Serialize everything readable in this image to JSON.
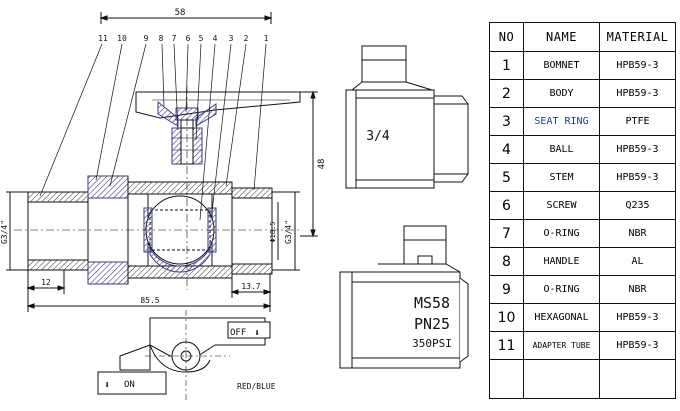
{
  "table": {
    "headers": [
      "NO",
      "NAME",
      "MATERIAL"
    ],
    "rows": [
      {
        "no": "1",
        "name": "BOMNET",
        "material": "HPB59-3"
      },
      {
        "no": "2",
        "name": "BODY",
        "material": "HPB59-3"
      },
      {
        "no": "3",
        "name": "SEAT RING",
        "material": "PTFE",
        "name_color": "#1a3a9a"
      },
      {
        "no": "4",
        "name": "BALL",
        "material": "HPB59-3"
      },
      {
        "no": "5",
        "name": "STEM",
        "material": "HPB59-3"
      },
      {
        "no": "6",
        "name": "SCREW",
        "material": "Q235"
      },
      {
        "no": "7",
        "name": "O-RING",
        "material": "NBR"
      },
      {
        "no": "8",
        "name": "HANDLE",
        "material": "AL"
      },
      {
        "no": "9",
        "name": "O-RING",
        "material": "NBR"
      },
      {
        "no": "10",
        "name": "HEXAGONAL",
        "material": "HPB59-3"
      },
      {
        "no": "11",
        "name": "ADAPTER TUBE",
        "material": "HPB59-3"
      }
    ]
  },
  "dimensions": {
    "overall_length_top": "58",
    "height": "48",
    "port_left": "G3/4\"",
    "port_right": "G3/4\"",
    "bore": "Φ18.5",
    "left_offset": "12",
    "right_offset": "13.7",
    "overall_length_bottom": "85.5"
  },
  "part_callouts": [
    "11",
    "10",
    "9",
    "8",
    "7",
    "6",
    "5",
    "4",
    "3",
    "2",
    "1"
  ],
  "side_view": {
    "size_label": "3/4"
  },
  "front_view": {
    "marking_line1": "MS58",
    "marking_line2": "PN25",
    "marking_line3": "350PSI"
  },
  "handle_view": {
    "off_label": "OFF",
    "on_label": "ON",
    "color_note": "RED/BLUE"
  }
}
